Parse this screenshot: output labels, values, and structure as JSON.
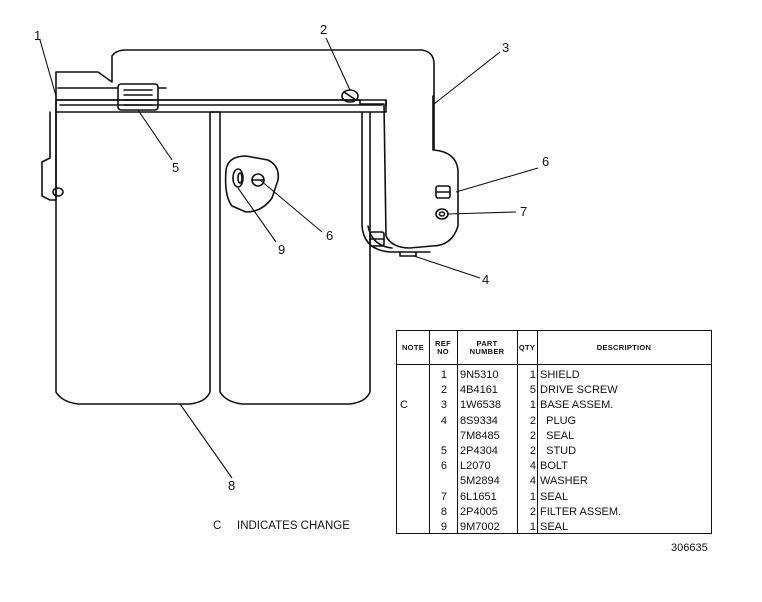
{
  "callouts": [
    "1",
    "2",
    "3",
    "4",
    "5",
    "6",
    "6",
    "7",
    "8",
    "9"
  ],
  "table": {
    "headers": {
      "note": "NOTE",
      "ref_no": [
        "REF",
        "NO"
      ],
      "part_number": [
        "PART",
        "NUMBER"
      ],
      "qty": "QTY",
      "description": "DESCRIPTION"
    },
    "rows": [
      {
        "note": "",
        "ref": "1",
        "part": "9N5310",
        "qty": "1",
        "desc": "SHIELD"
      },
      {
        "note": "",
        "ref": "2",
        "part": "4B4161",
        "qty": "5",
        "desc": "DRIVE SCREW"
      },
      {
        "note": "C",
        "ref": "3",
        "part": "1W6538",
        "qty": "1",
        "desc": "BASE ASSEM."
      },
      {
        "note": "",
        "ref": "4",
        "part": "8S9334",
        "qty": "2",
        "desc": "  PLUG"
      },
      {
        "note": "",
        "ref": "",
        "part": "7M8485",
        "qty": "2",
        "desc": "  SEAL"
      },
      {
        "note": "",
        "ref": "5",
        "part": "2P4304",
        "qty": "2",
        "desc": "  STUD"
      },
      {
        "note": "",
        "ref": "6",
        "part": "L2070",
        "qty": "4",
        "desc": "BOLT"
      },
      {
        "note": "",
        "ref": "",
        "part": "5M2894",
        "qty": "4",
        "desc": "WASHER"
      },
      {
        "note": "",
        "ref": "7",
        "part": "6L1651",
        "qty": "1",
        "desc": "SEAL"
      },
      {
        "note": "",
        "ref": "8",
        "part": "2P4005",
        "qty": "2",
        "desc": "FILTER ASSEM."
      },
      {
        "note": "",
        "ref": "9",
        "part": "9M7002",
        "qty": "1",
        "desc": "SEAL"
      }
    ]
  },
  "change_note": {
    "letter": "C",
    "text": "INDICATES CHANGE"
  },
  "drawing_number": "306635"
}
